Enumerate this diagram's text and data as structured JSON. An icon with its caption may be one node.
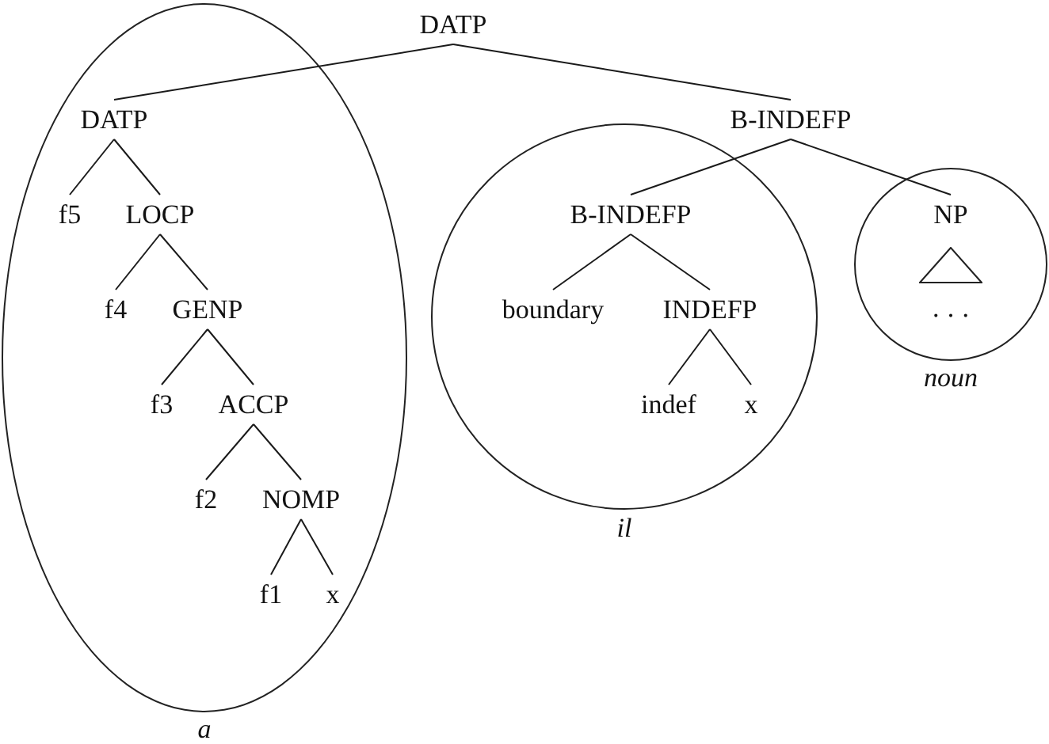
{
  "diagram": {
    "nodes": [
      {
        "text": [
          "DATP"
        ]
      },
      {
        "text": [],
        "shape": "ellipse",
        "beside": [
          "a"
        ]
      },
      {
        "text": [
          "DATP"
        ],
        "in": 1
      },
      {
        "text": [
          "f5"
        ],
        "in": 1
      },
      {
        "text": [
          "LOCP"
        ],
        "in": 1
      },
      {
        "text": [
          "f4"
        ],
        "in": 1
      },
      {
        "text": [
          "GENP"
        ],
        "in": 1
      },
      {
        "text": [
          "f3"
        ],
        "in": 1
      },
      {
        "text": [
          "ACCP"
        ],
        "in": 1
      },
      {
        "text": [
          "f2"
        ],
        "in": 1
      },
      {
        "text": [
          "NOMP"
        ],
        "in": 1
      },
      {
        "text": [
          "f1"
        ],
        "in": 1
      },
      {
        "text": [
          "x"
        ],
        "in": 1
      },
      {
        "text": [
          "B-INDEFP"
        ]
      },
      {
        "text": [],
        "shape": "circle",
        "beside": [
          "il"
        ]
      },
      {
        "text": [
          "B-INDEFP"
        ],
        "in": 14
      },
      {
        "text": [
          "boundary"
        ],
        "in": 14
      },
      {
        "text": [
          "INDEFP"
        ],
        "in": 14
      },
      {
        "text": [
          "indef"
        ],
        "in": 14
      },
      {
        "text": [
          "x"
        ],
        "in": 14
      },
      {
        "text": [],
        "shape": "circle",
        "beside": [
          "noun"
        ]
      },
      {
        "text": [
          "NP"
        ],
        "in": 20
      },
      {
        "text": [],
        "shape": "triangle",
        "beside": [
          "..."
        ],
        "in": 20
      }
    ],
    "edges": [
      {
        "from": 0,
        "to": 2,
        "arrow": "none"
      },
      {
        "from": 0,
        "to": 13,
        "arrow": "none"
      },
      {
        "from": 2,
        "to": 3,
        "arrow": "none"
      },
      {
        "from": 2,
        "to": 4,
        "arrow": "none"
      },
      {
        "from": 4,
        "to": 5,
        "arrow": "none"
      },
      {
        "from": 4,
        "to": 6,
        "arrow": "none"
      },
      {
        "from": 6,
        "to": 7,
        "arrow": "none"
      },
      {
        "from": 6,
        "to": 8,
        "arrow": "none"
      },
      {
        "from": 8,
        "to": 9,
        "arrow": "none"
      },
      {
        "from": 8,
        "to": 10,
        "arrow": "none"
      },
      {
        "from": 10,
        "to": 11,
        "arrow": "none"
      },
      {
        "from": 10,
        "to": 12,
        "arrow": "none"
      },
      {
        "from": 13,
        "to": 15,
        "arrow": "none"
      },
      {
        "from": 13,
        "to": 21,
        "arrow": "none"
      },
      {
        "from": 15,
        "to": 16,
        "arrow": "none"
      },
      {
        "from": 15,
        "to": 17,
        "arrow": "none"
      },
      {
        "from": 17,
        "to": 18,
        "arrow": "none"
      },
      {
        "from": 17,
        "to": 19,
        "arrow": "none"
      }
    ]
  }
}
